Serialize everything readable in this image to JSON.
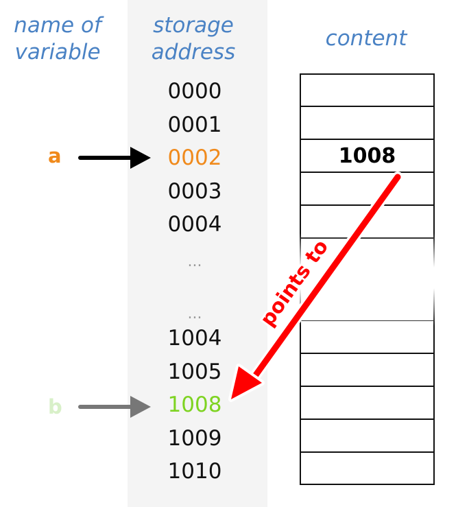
{
  "headers": {
    "name_of_variable": "name of\nvariable",
    "storage_address": "storage\naddress",
    "content": "content"
  },
  "addresses": [
    "0000",
    "0001",
    "0002",
    "0003",
    "0004",
    "1004",
    "1005",
    "1008",
    "1009",
    "1010"
  ],
  "ellipsis": "...",
  "variables": {
    "a": "a",
    "b": "b"
  },
  "cell_value": "1008",
  "pointer_label": "points to",
  "colors": {
    "header_text": "#4a82c4",
    "address_text": "#111111",
    "highlight_a": "#f08a1c",
    "highlight_b": "#7ed321",
    "label_b": "#d8f0c8",
    "arrow_a": "#000000",
    "arrow_b": "#777777",
    "pointer_arrow": "#ff0000",
    "ellipsis": "#9a9a9a"
  }
}
